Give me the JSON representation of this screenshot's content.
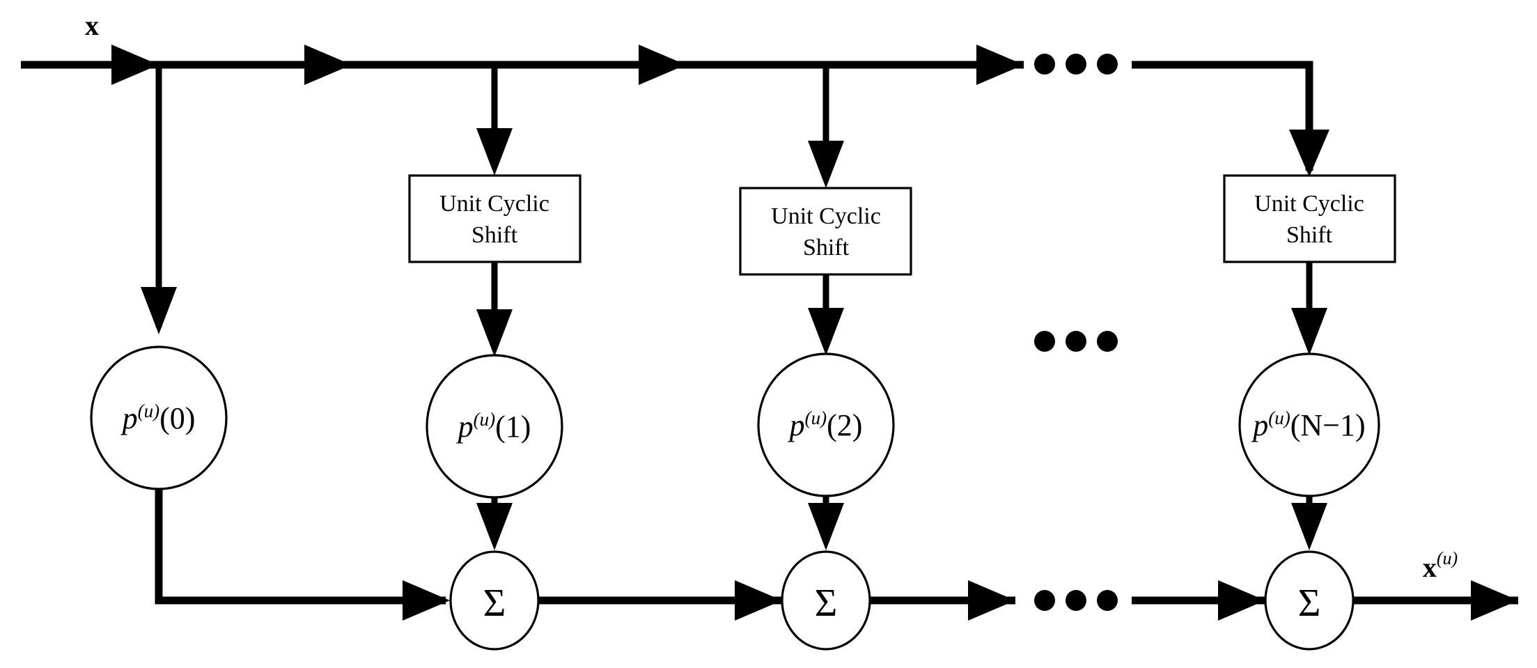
{
  "diagram": {
    "title_label_input": "x",
    "title_label_output": "x",
    "output_superscript": "(u)",
    "background_color": "#ffffff",
    "line_color": "#000000",
    "blocks": [
      {
        "id": "ucs-1",
        "line1": "Unit Cyclic",
        "line2": "Shift"
      },
      {
        "id": "ucs-2",
        "line1": "Unit Cyclic",
        "line2": "Shift"
      },
      {
        "id": "ucs-3",
        "line1": "Unit Cyclic",
        "line2": "Shift"
      }
    ],
    "taps": [
      {
        "id": "tap-0",
        "base": "p",
        "superscript": "(u)",
        "arg": "(0)"
      },
      {
        "id": "tap-1",
        "base": "p",
        "superscript": "(u)",
        "arg": "(1)"
      },
      {
        "id": "tap-2",
        "base": "p",
        "superscript": "(u)",
        "arg": "(2)"
      },
      {
        "id": "tap-n",
        "base": "p",
        "superscript": "(u)",
        "arg": "(N−1)"
      }
    ],
    "adders": [
      {
        "id": "sum-1",
        "symbol": "Σ"
      },
      {
        "id": "sum-2",
        "symbol": "Σ"
      },
      {
        "id": "sum-3",
        "symbol": "Σ"
      }
    ],
    "ellipses": [
      {
        "id": "ellipsis-top",
        "glyphs": "• • •"
      },
      {
        "id": "ellipsis-middle",
        "glyphs": "• • •"
      },
      {
        "id": "ellipsis-bottom",
        "glyphs": "• • •"
      }
    ]
  }
}
